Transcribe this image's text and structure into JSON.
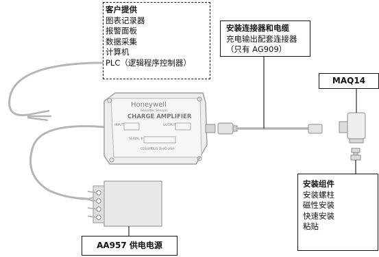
{
  "customer_box": {
    "title": "客户提供",
    "items": [
      "图表记录器",
      "报警面板",
      "数据采集",
      "计算机",
      "PLC（逻辑程序控制器）"
    ]
  },
  "connector_box": {
    "title": "安装连接器和电缆",
    "lines": [
      "充电输出配套连接器",
      "（只有 AG909）"
    ]
  },
  "sensor_label": "MAQ14",
  "mount_box": {
    "title": "安装组件",
    "items": [
      "安装螺柱",
      "磁性安装",
      "快速安装",
      "粘贴"
    ]
  },
  "power_label": "AA957 供电电源",
  "amplifier": {
    "brand": "Honeywell",
    "subbrand": "Sensotec Sensors",
    "model": "CHARGE AMPLIFIER",
    "input_label": "INPUT",
    "output_label": "OUTPUT",
    "serial_label": "SERIAL #",
    "location": "COLUMBUS OHIO USA"
  },
  "colors": {
    "line": "#111111",
    "device_body": "#e9e9e9",
    "device_edge": "#9a9a9a",
    "cable": "#c8c8c8"
  }
}
